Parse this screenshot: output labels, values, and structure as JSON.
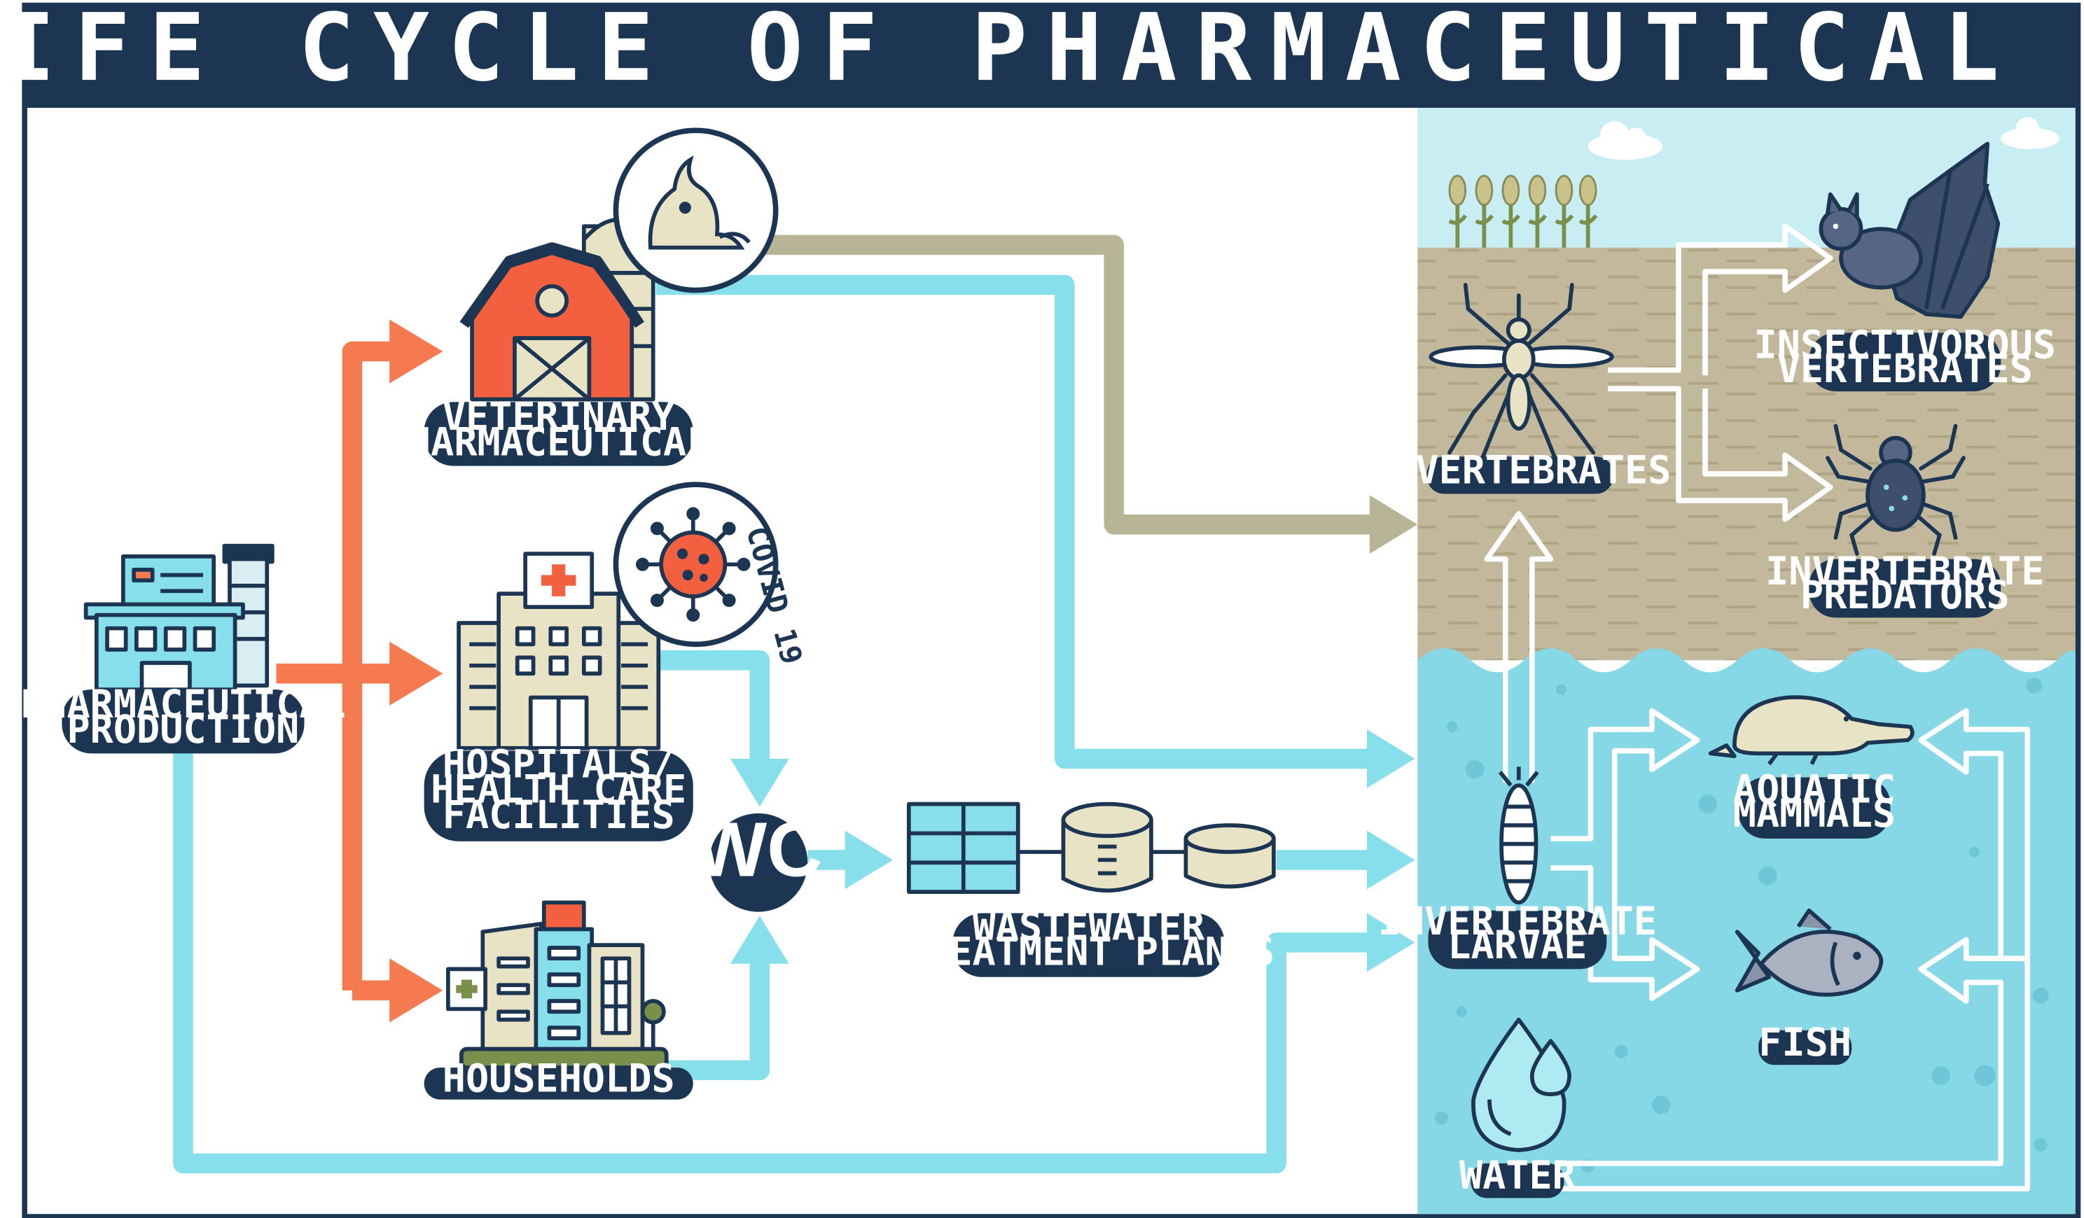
{
  "title": "THE LIFE CYCLE OF PHARMACEUTICAL DRUGS",
  "colors": {
    "navy": "#1c3553",
    "orange": "#f57a4f",
    "light_blue": "#86dfeb",
    "khaki": "#b8b596",
    "soil": "#c2b89b",
    "water": "#86d8e6",
    "sky": "#c8eef4"
  },
  "nodes": {
    "production": {
      "line1": "PHARMACEUTICAL",
      "line2": "PRODUCTION",
      "icon": "factory-icon"
    },
    "veterinary": {
      "line1": "VETERINARY",
      "line2": "PHARMACEUTICALS",
      "icon": "barn-icon"
    },
    "hospitals": {
      "line1": "HOSPITALS/",
      "line2": "HEALTH CARE",
      "line3": "FACILITIES",
      "icon": "hospital-icon"
    },
    "households": {
      "line1": "HOUSEHOLDS",
      "icon": "house-icon"
    },
    "wc": {
      "label": "WC"
    },
    "wastewater": {
      "line1": "WASTEWATER",
      "line2": "TREATMENT PLANTS",
      "icon": "treatment-plant-icon"
    },
    "invertebrates": {
      "line1": "INVERTEBRATES",
      "icon": "mosquito-icon"
    },
    "larvae": {
      "line1": "INVERTEBRATE",
      "line2": "LARVAE",
      "icon": "larva-icon"
    },
    "water": {
      "line1": "WATER",
      "icon": "water-drop-icon"
    },
    "insectivorous": {
      "line1": "INSECTIVOROUS",
      "line2": "VERTEBRATES",
      "icon": "bat-icon"
    },
    "predators": {
      "line1": "INVERTEBRATE",
      "line2": "PREDATORS",
      "icon": "spider-icon"
    },
    "aquatic": {
      "line1": "AQUATIC",
      "line2": "MAMMALS",
      "icon": "platypus-icon"
    },
    "fish": {
      "line1": "FISH",
      "icon": "fish-icon"
    }
  },
  "callouts": {
    "animal": {
      "icon": "sick-animal-icon"
    },
    "covid": {
      "label": "COVID 19",
      "icon": "virus-icon"
    }
  }
}
